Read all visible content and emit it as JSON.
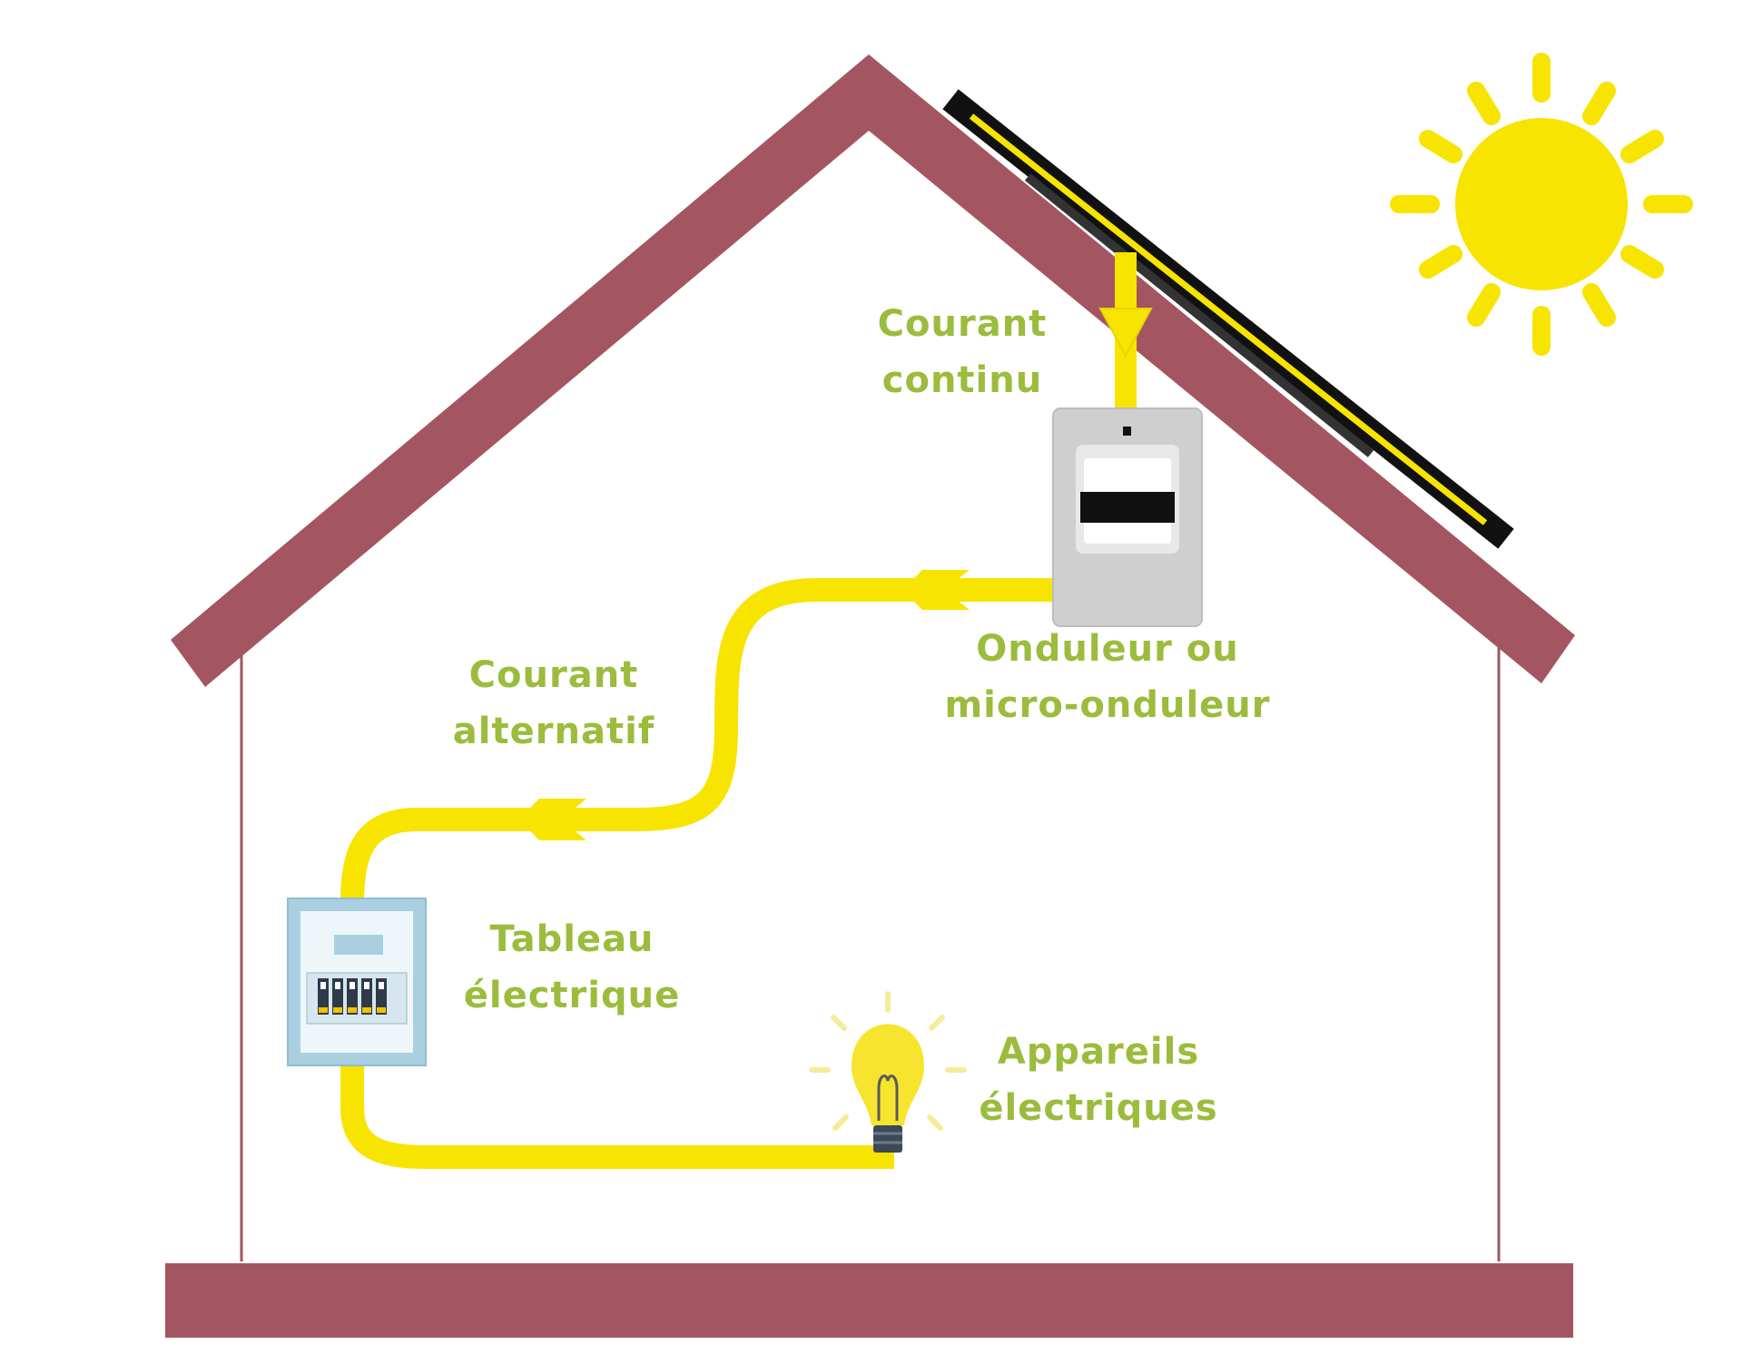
{
  "colors": {
    "roof": "#a35661",
    "wall_line": "#a35661",
    "ground": "#a35661",
    "current": "#f7e400",
    "label_text": "#9bbc3c",
    "sun": "#f7e400",
    "panel_frame": "#111111",
    "inverter_body": "#cfcfcf",
    "breaker_panel": "#a9cfe0"
  },
  "icons": {
    "sun": "sun-icon",
    "solar_panel": "solar-panel-icon",
    "inverter": "inverter-icon",
    "breaker_panel": "electrical-panel-icon",
    "appliance": "light-bulb-icon"
  },
  "labels": {
    "dc": {
      "line1": "Courant",
      "line2": "continu"
    },
    "ac": {
      "line1": "Courant",
      "line2": "alternatif"
    },
    "inverter": {
      "line1": "Onduleur ou",
      "line2": "micro-onduleur"
    },
    "panel": {
      "line1": "Tableau",
      "line2": "électrique"
    },
    "appliances": {
      "line1": "Appareils",
      "line2": "électriques"
    }
  }
}
